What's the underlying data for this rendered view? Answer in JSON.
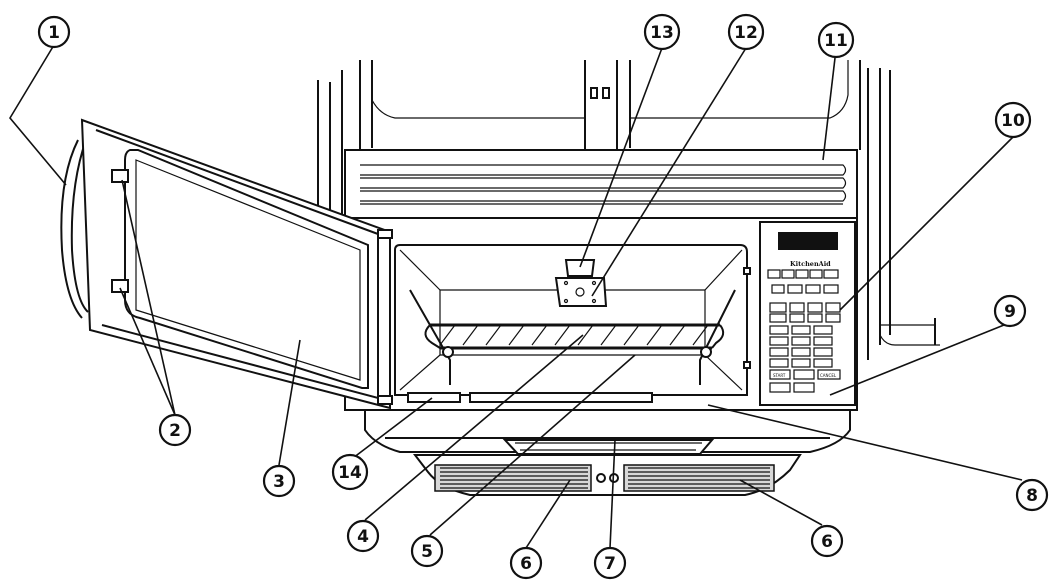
{
  "diagram": {
    "brand_label": "KitchenAid",
    "callouts": [
      {
        "id": "1",
        "label": "1"
      },
      {
        "id": "2",
        "label": "2"
      },
      {
        "id": "3",
        "label": "3"
      },
      {
        "id": "4",
        "label": "4"
      },
      {
        "id": "5",
        "label": "5"
      },
      {
        "id": "6a",
        "label": "6"
      },
      {
        "id": "6b",
        "label": "6"
      },
      {
        "id": "7",
        "label": "7"
      },
      {
        "id": "8",
        "label": "8"
      },
      {
        "id": "9",
        "label": "9"
      },
      {
        "id": "10",
        "label": "10"
      },
      {
        "id": "11",
        "label": "11"
      },
      {
        "id": "12",
        "label": "12"
      },
      {
        "id": "13",
        "label": "13"
      },
      {
        "id": "14",
        "label": "14"
      }
    ],
    "keypad": {
      "start": "START",
      "cancel": "CANCEL"
    }
  }
}
